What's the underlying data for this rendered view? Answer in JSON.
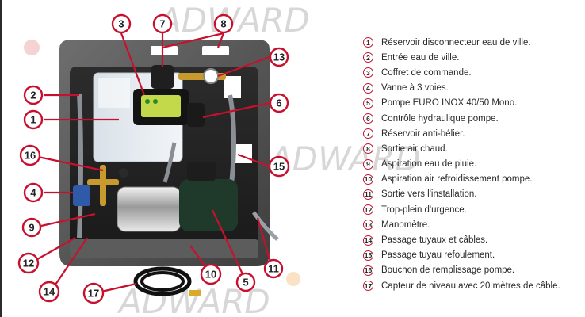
{
  "watermark": "ADWARD",
  "legend": [
    {
      "num": "1",
      "label": "Réservoir disconnecteur eau de ville."
    },
    {
      "num": "2",
      "label": "Entrée eau de ville."
    },
    {
      "num": "3",
      "label": "Coffret de commande."
    },
    {
      "num": "4",
      "label": "Vanne à 3 voies."
    },
    {
      "num": "5",
      "label": "Pompe EURO INOX 40/50 Mono."
    },
    {
      "num": "6",
      "label": "Contrôle hydraulique pompe."
    },
    {
      "num": "7",
      "label": "Réservoir anti-bélier."
    },
    {
      "num": "8",
      "label": "Sortie air chaud."
    },
    {
      "num": "9",
      "label": "Aspiration eau de pluie."
    },
    {
      "num": "10",
      "label": "Aspiration air refroidissement pompe."
    },
    {
      "num": "11",
      "label": "Sortie vers l'installation."
    },
    {
      "num": "12",
      "label": "Trop-plein d'urgence."
    },
    {
      "num": "13",
      "label": "Manomètre."
    },
    {
      "num": "14",
      "label": "Passage tuyaux et câbles."
    },
    {
      "num": "15",
      "label": "Passage tuyau refoulement."
    },
    {
      "num": "16",
      "label": "Bouchon de remplissage pompe."
    },
    {
      "num": "17",
      "label": "Capteur de niveau avec 20 mètres de câble."
    }
  ],
  "callouts": [
    "1",
    "2",
    "3",
    "4",
    "5",
    "6",
    "7",
    "8",
    "9",
    "10",
    "11",
    "12",
    "13",
    "14",
    "15",
    "16",
    "17"
  ]
}
